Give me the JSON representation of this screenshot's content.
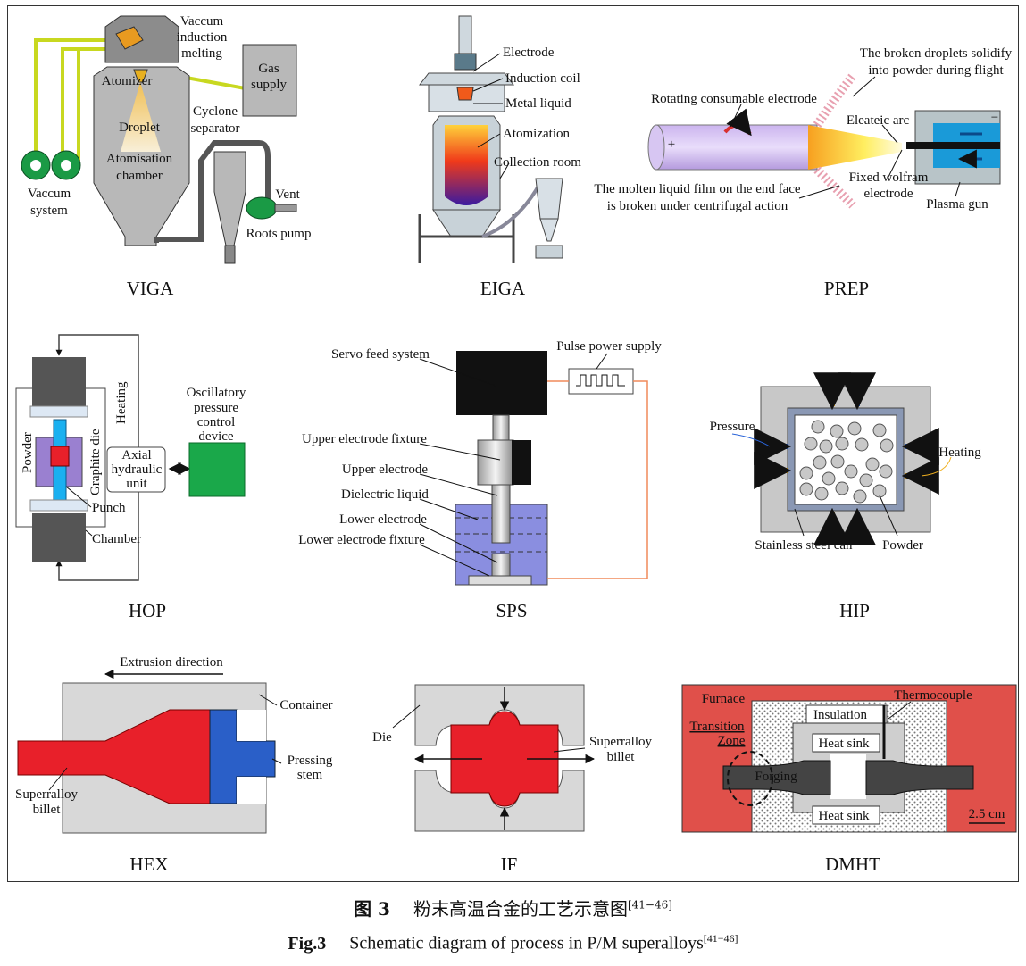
{
  "panels": {
    "viga": {
      "title": "VIGA",
      "vim_l1": "Vaccum",
      "vim_l2": "induction",
      "vim_l3": "melting",
      "gas_l1": "Gas",
      "gas_l2": "supply",
      "atomizer": "Atomizer",
      "droplet": "Droplet",
      "cyclone_l1": "Cyclone",
      "cyclone_l2": "separator",
      "chamber_l1": "Atomisation",
      "chamber_l2": "chamber",
      "vacuum_l1": "Vaccum",
      "vacuum_l2": "system",
      "vent": "Vent",
      "roots": "Roots pump"
    },
    "eiga": {
      "title": "EIGA",
      "electrode": "Electrode",
      "coil": "Induction coil",
      "metal": "Metal liquid",
      "atomization": "Atomization",
      "collection": "Collection room"
    },
    "prep": {
      "title": "PREP",
      "top_l1": "The broken droplets solidify",
      "top_l2": "into powder during flight",
      "rotating": "Rotating consumable electrode",
      "arc": "Eleateic arc",
      "fixed_l1": "Fixed wolfram",
      "fixed_l2": "electrode",
      "film_l1": "The molten liquid film on the end face",
      "film_l2": "is broken under centrifugal action",
      "plasma": "Plasma gun",
      "plus": "+",
      "minus": "−"
    },
    "hop": {
      "title": "HOP",
      "heating": "Heating",
      "powder": "Powder",
      "graphite": "Graphite die",
      "axial_l1": "Axial",
      "axial_l2": "hydraulic",
      "axial_l3": "unit",
      "osc_l1": "Oscillatory",
      "osc_l2": "pressure",
      "osc_l3": "control",
      "osc_l4": "device",
      "punch": "Punch",
      "chamber": "Chamber"
    },
    "sps": {
      "title": "SPS",
      "pulse": "Pulse power supply",
      "servo": "Servo feed system",
      "upper_fixture": "Upper electrode fixture",
      "upper": "Upper electrode",
      "dielectric": "Dielectric liquid",
      "lower": "Lower electrode",
      "lower_fixture": "Lower electrode fixture"
    },
    "hip": {
      "title": "HIP",
      "pressure": "Pressure",
      "heating": "Heating",
      "can": "Stainless steel can",
      "powder": "Powder"
    },
    "hex": {
      "title": "HEX",
      "direction": "Extrusion direction",
      "container": "Container",
      "stem_l1": "Pressing",
      "stem_l2": "stem",
      "billet_l1": "Superralloy",
      "billet_l2": "billet"
    },
    "if": {
      "title": "IF",
      "die": "Die",
      "billet_l1": "Superralloy",
      "billet_l2": "billet"
    },
    "dmht": {
      "title": "DMHT",
      "furnace": "Furnace",
      "thermo": "Thermocouple",
      "insulation": "Insulation",
      "transition_l1": "Transition",
      "transition_l2": "Zone",
      "heatsink_top": "Heat sink",
      "forging": "Forging",
      "heatsink_bottom": "Heat sink",
      "scale": "2.5 cm"
    }
  },
  "caption": {
    "cn_prefix": "图 3",
    "cn_text": "粉末高温合金的工艺示意图",
    "cn_ref": "[41−46]",
    "en_prefix": "Fig.3",
    "en_text": "Schematic diagram of process in P/M superalloys",
    "en_ref": "[41−46]"
  },
  "colors": {
    "accent_green": "#1aa84a",
    "billet_red": "#e8202a",
    "stem_blue": "#2a5fc8",
    "furnace_red": "#e0504a",
    "dielectric_blue": "#8a8ee0",
    "arrow_yellow": "#f0b020",
    "arrow_blue": "#2a64d8",
    "pipe_yellow": "#c8d820"
  }
}
